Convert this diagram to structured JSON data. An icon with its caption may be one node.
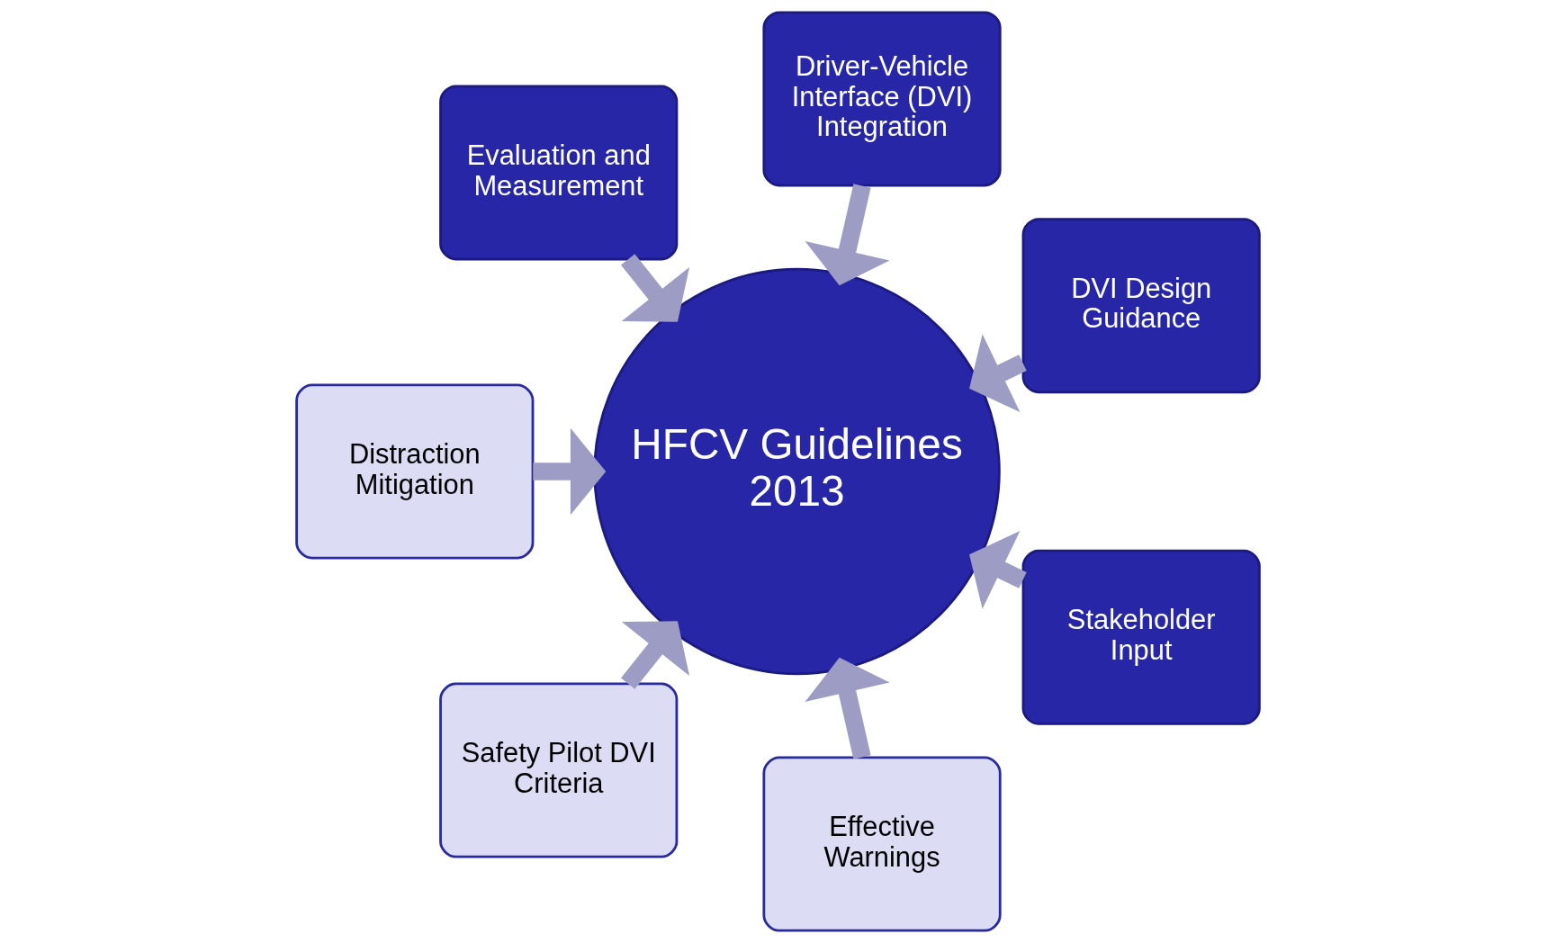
{
  "diagram": {
    "nodes": [
      {
        "text": [
          "DVI Design Guidance"
        ]
      },
      {
        "text": [
          "Driver-Vehicle Interface (DVI) Integration"
        ]
      },
      {
        "text": [
          "Evaluation and Measurement"
        ]
      },
      {
        "text": [
          "Distraction Mitigation"
        ]
      },
      {
        "text": [
          "Safety Pilot DVI Criteria"
        ]
      },
      {
        "text": [
          "Effective Warnings"
        ]
      },
      {
        "text": [
          "Stakeholder Input"
        ]
      },
      {
        "text": [
          "HFCV Guidelines",
          "2013"
        ]
      }
    ],
    "edges": [
      {
        "from": 0,
        "to": 7,
        "arrow": "to"
      },
      {
        "from": 1,
        "to": 7,
        "arrow": "to"
      },
      {
        "from": 2,
        "to": 7,
        "arrow": "to"
      },
      {
        "from": 3,
        "to": 7,
        "arrow": "to"
      },
      {
        "from": 4,
        "to": 7,
        "arrow": "to"
      },
      {
        "from": 5,
        "to": 7,
        "arrow": "to"
      },
      {
        "from": 6,
        "to": 7,
        "arrow": "to"
      }
    ]
  }
}
